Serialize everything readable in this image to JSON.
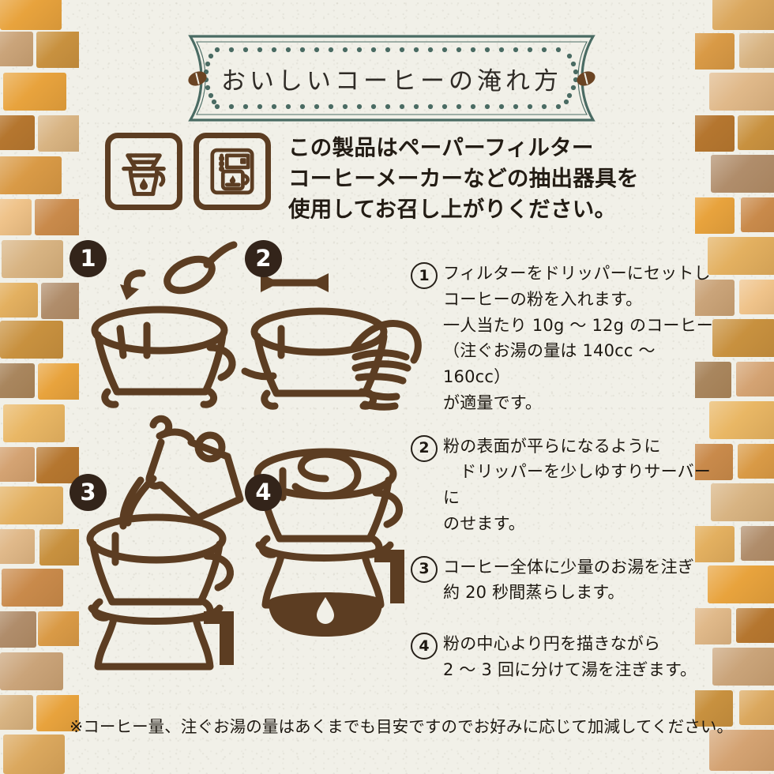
{
  "theme": {
    "paper": "#f1f0e8",
    "ink_brown": "#5c3d22",
    "dark_brown": "#33241a",
    "frame_green": "#4a6b63",
    "text": "#1d1811"
  },
  "banner": {
    "title": "おいしいコーヒーの淹れ方",
    "left_bean": "coffee-bean",
    "right_bean": "coffee-bean"
  },
  "intro": {
    "icons": [
      {
        "name": "pour-over-dripper-icon"
      },
      {
        "name": "coffee-maker-icon"
      }
    ],
    "text": "この製品はペーパーフィルター\nコーヒーメーカーなどの抽出器具を\n使用してお召し上がりください。"
  },
  "figures": [
    {
      "badge": "1",
      "name": "figure-dripper-with-spoon"
    },
    {
      "badge": "2",
      "name": "figure-hand-shaking-dripper"
    },
    {
      "badge": "3",
      "name": "figure-kettle-pouring-on-server"
    },
    {
      "badge": "4",
      "name": "figure-spiral-pour-on-server"
    }
  ],
  "steps": [
    {
      "num": "1",
      "text": "フィルターをドリッパーにセットし\nコーヒーの粉を入れます。\n一人当たり 10g 〜 12g のコーヒー\n（注ぐお湯の量は 140cc 〜 160cc）\nが適量です。"
    },
    {
      "num": "2",
      "text": "粉の表面が平らになるように\n 　ドリッパーを少しゆすりサーバーに\nのせます。"
    },
    {
      "num": "3",
      "text": "コーヒー全体に少量のお湯を注ぎ\n約 20 秒間蒸らします。"
    },
    {
      "num": "4",
      "text": "粉の中心より円を描きながら\n2 〜 3 回に分けて湯を注ぎます。"
    }
  ],
  "footnote": "※コーヒー量、注ぐお湯の量はあくまでも目安ですのでお好みに応じて加減してください。",
  "bricks": {
    "palette": [
      "#e8a33d",
      "#d99a46",
      "#c8913f",
      "#e3b060",
      "#d4a373",
      "#e0b98a",
      "#c98a4b",
      "#b5762f",
      "#d8b483",
      "#caa47a",
      "#b08d6b",
      "#e9b765",
      "#dba85e",
      "#a9865e",
      "#efc38a"
    ],
    "left": [
      {
        "t": -10,
        "h": 48,
        "x": 0,
        "w": 78,
        "c": 0
      },
      {
        "t": 40,
        "h": 44,
        "x": -14,
        "w": 56,
        "c": 9
      },
      {
        "t": 40,
        "h": 46,
        "x": 46,
        "w": 58,
        "c": 2
      },
      {
        "t": 92,
        "h": 48,
        "x": 4,
        "w": 80,
        "c": 0
      },
      {
        "t": 146,
        "h": 44,
        "x": -12,
        "w": 56,
        "c": 7
      },
      {
        "t": 146,
        "h": 46,
        "x": 48,
        "w": 56,
        "c": 8
      },
      {
        "t": 198,
        "h": 48,
        "x": -2,
        "w": 80,
        "c": 1
      },
      {
        "t": 252,
        "h": 46,
        "x": -14,
        "w": 54,
        "c": 14
      },
      {
        "t": 252,
        "h": 46,
        "x": 44,
        "w": 60,
        "c": 6
      },
      {
        "t": 304,
        "h": 48,
        "x": 2,
        "w": 78,
        "c": 8
      },
      {
        "t": 358,
        "h": 44,
        "x": -10,
        "w": 58,
        "c": 3
      },
      {
        "t": 358,
        "h": 46,
        "x": 52,
        "w": 52,
        "c": 10
      },
      {
        "t": 406,
        "h": 48,
        "x": 0,
        "w": 80,
        "c": 2
      },
      {
        "t": 460,
        "h": 44,
        "x": -12,
        "w": 56,
        "c": 13
      },
      {
        "t": 460,
        "h": 46,
        "x": 48,
        "w": 56,
        "c": 0
      },
      {
        "t": 512,
        "h": 48,
        "x": 4,
        "w": 78,
        "c": 11
      },
      {
        "t": 566,
        "h": 44,
        "x": -10,
        "w": 54,
        "c": 4
      },
      {
        "t": 566,
        "h": 46,
        "x": 46,
        "w": 58,
        "c": 7
      },
      {
        "t": 616,
        "h": 48,
        "x": -2,
        "w": 82,
        "c": 3
      },
      {
        "t": 670,
        "h": 44,
        "x": -14,
        "w": 58,
        "c": 5
      },
      {
        "t": 670,
        "h": 46,
        "x": 50,
        "w": 54,
        "c": 2
      },
      {
        "t": 720,
        "h": 48,
        "x": 2,
        "w": 78,
        "c": 6
      },
      {
        "t": 774,
        "h": 46,
        "x": -10,
        "w": 56,
        "c": 10
      },
      {
        "t": 774,
        "h": 44,
        "x": 48,
        "w": 56,
        "c": 1
      },
      {
        "t": 826,
        "h": 48,
        "x": 0,
        "w": 80,
        "c": 9
      },
      {
        "t": 880,
        "h": 44,
        "x": -12,
        "w": 54,
        "c": 8
      },
      {
        "t": 880,
        "h": 46,
        "x": 46,
        "w": 58,
        "c": 0
      },
      {
        "t": 930,
        "h": 50,
        "x": 4,
        "w": 78,
        "c": 12
      }
    ],
    "right": [
      {
        "t": -10,
        "h": 48,
        "x": 22,
        "w": 80,
        "c": 12
      },
      {
        "t": 42,
        "h": 46,
        "x": -12,
        "w": 62,
        "c": 1
      },
      {
        "t": 42,
        "h": 44,
        "x": 56,
        "w": 56,
        "c": 8
      },
      {
        "t": 92,
        "h": 48,
        "x": 18,
        "w": 84,
        "c": 5
      },
      {
        "t": 146,
        "h": 46,
        "x": -14,
        "w": 64,
        "c": 7
      },
      {
        "t": 146,
        "h": 44,
        "x": 54,
        "w": 58,
        "c": 2
      },
      {
        "t": 196,
        "h": 48,
        "x": 20,
        "w": 82,
        "c": 10
      },
      {
        "t": 250,
        "h": 46,
        "x": -10,
        "w": 60,
        "c": 0
      },
      {
        "t": 250,
        "h": 44,
        "x": 58,
        "w": 54,
        "c": 6
      },
      {
        "t": 300,
        "h": 48,
        "x": 16,
        "w": 86,
        "c": 3
      },
      {
        "t": 354,
        "h": 46,
        "x": -12,
        "w": 62,
        "c": 9
      },
      {
        "t": 354,
        "h": 44,
        "x": 56,
        "w": 56,
        "c": 14
      },
      {
        "t": 404,
        "h": 48,
        "x": 22,
        "w": 80,
        "c": 2
      },
      {
        "t": 458,
        "h": 46,
        "x": -14,
        "w": 60,
        "c": 13
      },
      {
        "t": 458,
        "h": 44,
        "x": 52,
        "w": 60,
        "c": 4
      },
      {
        "t": 508,
        "h": 48,
        "x": 18,
        "w": 84,
        "c": 11
      },
      {
        "t": 562,
        "h": 46,
        "x": -10,
        "w": 58,
        "c": 6
      },
      {
        "t": 562,
        "h": 44,
        "x": 54,
        "w": 58,
        "c": 1
      },
      {
        "t": 612,
        "h": 48,
        "x": 20,
        "w": 82,
        "c": 8
      },
      {
        "t": 666,
        "h": 46,
        "x": -12,
        "w": 62,
        "c": 3
      },
      {
        "t": 666,
        "h": 44,
        "x": 58,
        "w": 54,
        "c": 10
      },
      {
        "t": 716,
        "h": 48,
        "x": 16,
        "w": 86,
        "c": 0
      },
      {
        "t": 770,
        "h": 46,
        "x": -14,
        "w": 60,
        "c": 5
      },
      {
        "t": 770,
        "h": 44,
        "x": 52,
        "w": 60,
        "c": 7
      },
      {
        "t": 820,
        "h": 48,
        "x": 22,
        "w": 80,
        "c": 9
      },
      {
        "t": 874,
        "h": 46,
        "x": -10,
        "w": 58,
        "c": 2
      },
      {
        "t": 874,
        "h": 44,
        "x": 56,
        "w": 56,
        "c": 12
      },
      {
        "t": 924,
        "h": 52,
        "x": 18,
        "w": 84,
        "c": 4
      }
    ]
  }
}
